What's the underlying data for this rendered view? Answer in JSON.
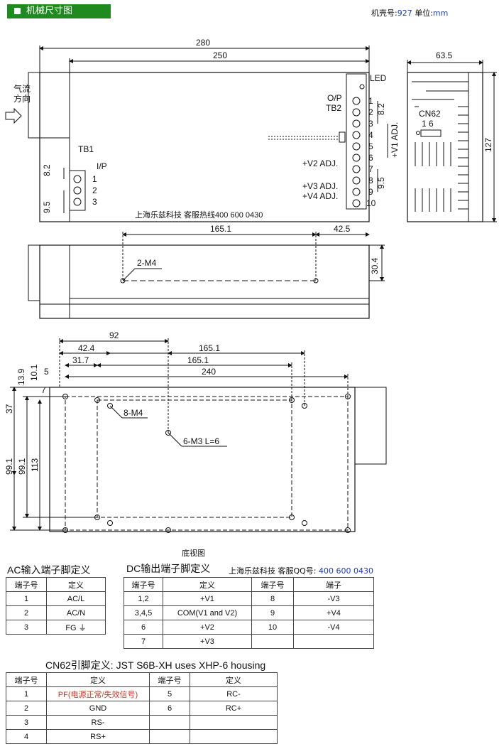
{
  "header": {
    "title": "机械尺寸图"
  },
  "model": {
    "label": "机壳号:",
    "value": "927",
    "unit_label": " 单位:",
    "unit": "mm"
  },
  "dims": {
    "top_280": "280",
    "top_250": "250",
    "side_635": "63.5",
    "side_127": "127",
    "tb_82": "8.2",
    "tb_95": "9.5",
    "o_82": "8.2",
    "o_95": "9.5",
    "d_1651": "165.1",
    "d_425": "42.5",
    "d_304": "30.4",
    "b_92": "92",
    "b_424": "42.4",
    "b_317": "31.7",
    "b_1651a": "165.1",
    "b_1651b": "165.1",
    "b_240": "240",
    "b_139": "13.9",
    "b_101": "10.1",
    "b_5": "5",
    "b_7": "7",
    "b_37": "37",
    "b_991a": "99.1",
    "b_991b": "99.1",
    "b_113": "113"
  },
  "labels": {
    "airflow1": "气流",
    "airflow2": "方向",
    "tb1": "TB1",
    "ip": "I/P",
    "op": "O/P",
    "tb2": "TB2",
    "led": "LED",
    "cn62": "CN62",
    "cn62_pins": "1   6",
    "v1adj": "+V1 ADJ.",
    "v2adj": "+V2 ADJ.",
    "v3adj": "+V3 ADJ.",
    "v4adj": "+V4 ADJ.",
    "watermark": "上海乐兹科技 客服热线400 600 0430",
    "m4_2": "2-M4",
    "m4_8": "8-M4",
    "m3_6": "6-M3 L=6",
    "bottom_view": "底视图"
  },
  "tb1_pins": [
    "1",
    "2",
    "3"
  ],
  "tb2_pins": [
    "1",
    "2",
    "3",
    "4",
    "5",
    "6",
    "7",
    "8",
    "9",
    "10"
  ],
  "ac_table": {
    "title": "AC输入端子脚定义",
    "headers": [
      "端子号",
      "定义"
    ],
    "rows": [
      [
        "1",
        "AC/L"
      ],
      [
        "2",
        "AC/N"
      ],
      [
        "3",
        "FG ⏚"
      ]
    ]
  },
  "dc_table": {
    "title": "DC输出端子脚定义",
    "note_prefix": "上海乐兹科技 客服QQ号: ",
    "note_number": "400 600 0430",
    "headers": [
      "端子号",
      "定义",
      "端子号",
      "端子"
    ],
    "rows": [
      [
        "1,2",
        "+V1",
        "8",
        "-V3"
      ],
      [
        "3,4,5",
        "COM(V1 and V2)",
        "9",
        "+V4"
      ],
      [
        "6",
        "+V2",
        "10",
        "-V4"
      ],
      [
        "7",
        "+V3",
        "",
        ""
      ]
    ]
  },
  "cn62_table": {
    "title": "CN62引脚定义:   JST S6B-XH uses XHP-6 housing",
    "headers": [
      "端子号",
      "定义",
      "端子号",
      "定义"
    ],
    "rows": [
      [
        "1",
        "PF(电源正常/失效信号)",
        "5",
        "RC-"
      ],
      [
        "2",
        "GND",
        "6",
        "RC+"
      ],
      [
        "3",
        "RS-",
        "",
        ""
      ],
      [
        "4",
        "RS+",
        "",
        ""
      ]
    ]
  }
}
